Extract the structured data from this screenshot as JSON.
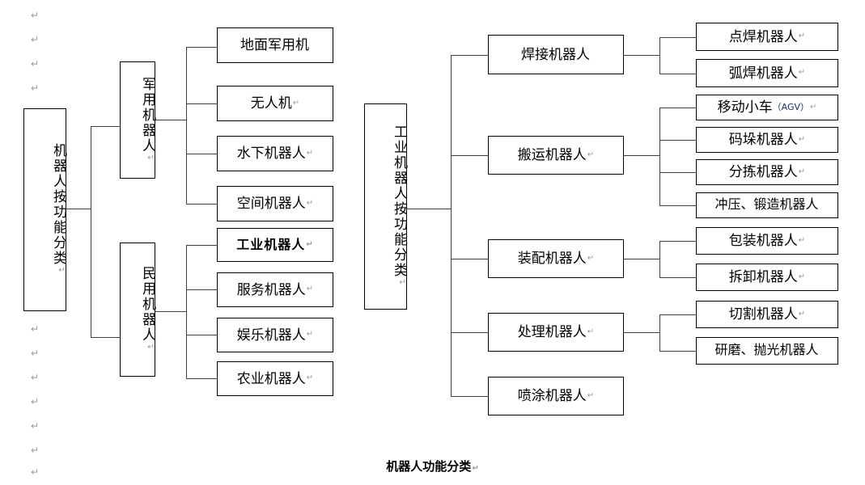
{
  "document": {
    "caption": "机器人功能分类",
    "caption_pilcrow": "↵",
    "pilcrow_glyph": "↵"
  },
  "colors": {
    "line": "#3f3f3f",
    "box_border": "#000000",
    "background": "#ffffff",
    "text": "#000000",
    "pilcrow": "#9a9a9a",
    "agv_text": "#12306e"
  },
  "tree_left": {
    "root": {
      "label": "机器人按功能分类",
      "pilcrow": "↵"
    },
    "branches": [
      {
        "label": "军用机器人",
        "pilcrow": "↵",
        "children": [
          {
            "label": "地面军用机",
            "pilcrow": ""
          },
          {
            "label": "无人机",
            "pilcrow": "↵"
          },
          {
            "label": "水下机器人",
            "pilcrow": "↵"
          },
          {
            "label": "空间机器人",
            "pilcrow": "↵"
          }
        ]
      },
      {
        "label": "民用机器人",
        "pilcrow": "↵",
        "children": [
          {
            "label": "工业机器人",
            "pilcrow": "↵",
            "style": "heavy"
          },
          {
            "label": "服务机器人",
            "pilcrow": "↵"
          },
          {
            "label": "娱乐机器人",
            "pilcrow": "↵"
          },
          {
            "label": "农业机器人",
            "pilcrow": "↵"
          }
        ]
      }
    ]
  },
  "tree_right": {
    "root": {
      "label": "工业机器人按功能分类",
      "pilcrow": "↵"
    },
    "branches": [
      {
        "label": "焊接机器人",
        "pilcrow": "",
        "children": [
          {
            "label": "点焊机器人",
            "pilcrow": "↵"
          },
          {
            "label": "弧焊机器人",
            "pilcrow": "↵"
          }
        ]
      },
      {
        "label": "搬运机器人",
        "pilcrow": "↵",
        "children": [
          {
            "label": "移动小车",
            "suffix": "（AGV）",
            "pilcrow": "↵"
          },
          {
            "label": "码垛机器人",
            "pilcrow": "↵"
          },
          {
            "label": "分拣机器人",
            "pilcrow": "↵"
          },
          {
            "label": "冲压、锻造机器人",
            "pilcrow": ""
          }
        ]
      },
      {
        "label": "装配机器人",
        "pilcrow": "↵",
        "children": [
          {
            "label": "包装机器人",
            "pilcrow": "↵"
          },
          {
            "label": "拆卸机器人",
            "pilcrow": "↵"
          }
        ]
      },
      {
        "label": "处理机器人",
        "pilcrow": "↵",
        "children": [
          {
            "label": "切割机器人",
            "pilcrow": "↵"
          },
          {
            "label": "研磨、抛光机器人",
            "pilcrow": ""
          }
        ]
      },
      {
        "label": "喷涂机器人",
        "pilcrow": "↵",
        "children": []
      }
    ]
  },
  "margin_marks": {
    "top": [
      "↵",
      "↵",
      "↵",
      "↵"
    ],
    "bottom": [
      "↵",
      "↵",
      "↵",
      "↵",
      "↵",
      "↵",
      "↵"
    ]
  }
}
